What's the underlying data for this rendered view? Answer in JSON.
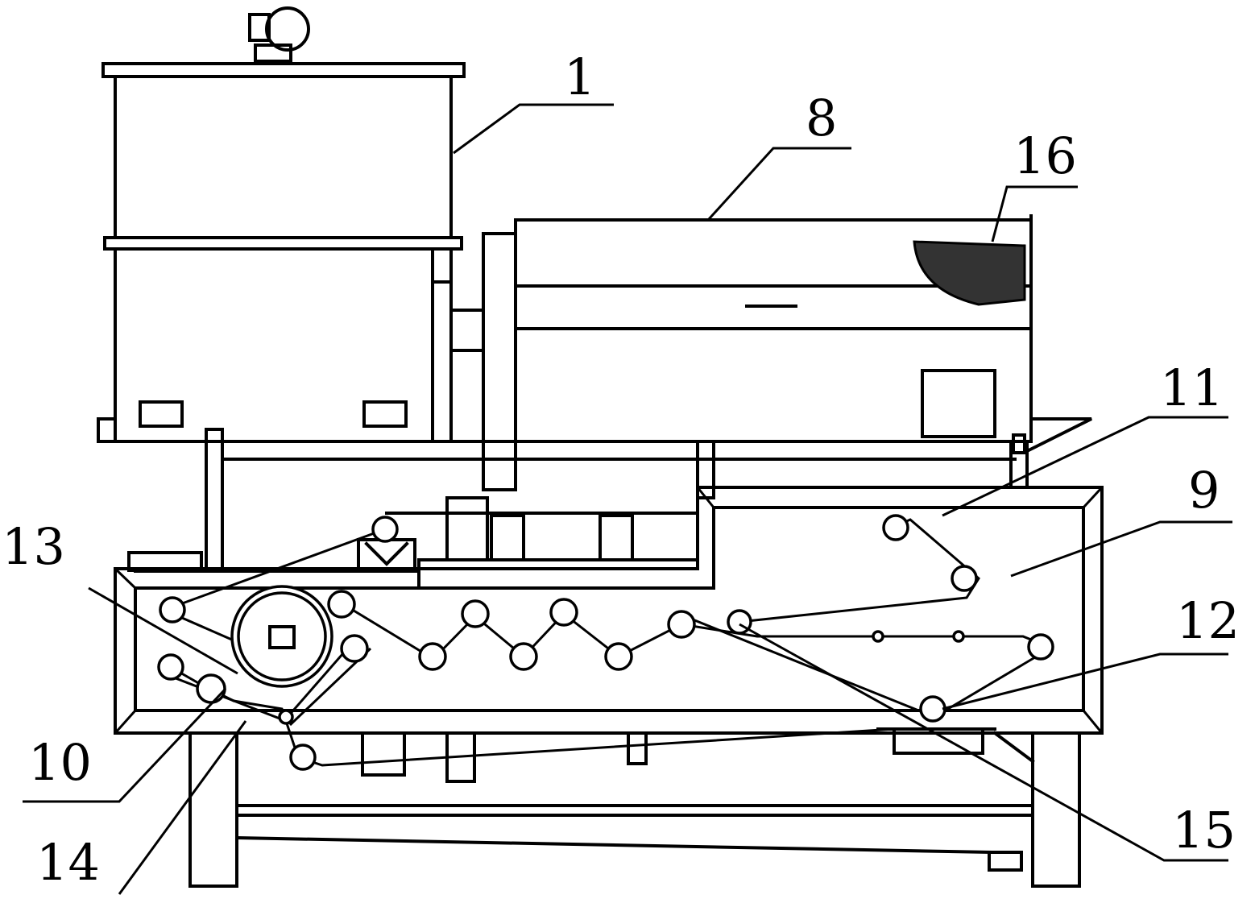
{
  "labels": [
    {
      "key": "l1",
      "text": "1"
    },
    {
      "key": "l8",
      "text": "8"
    },
    {
      "key": "l16",
      "text": "16"
    },
    {
      "key": "l11",
      "text": "11"
    },
    {
      "key": "l9",
      "text": "9"
    },
    {
      "key": "l13",
      "text": "13"
    },
    {
      "key": "l12",
      "text": "12"
    },
    {
      "key": "l10",
      "text": "10"
    },
    {
      "key": "l15",
      "text": "15"
    },
    {
      "key": "l14",
      "text": "14"
    }
  ],
  "label_text": {
    "l1": "1",
    "l8": "8",
    "l16": "16",
    "l11": "11",
    "l9": "9",
    "l13": "13",
    "l12": "12",
    "l10": "10",
    "l15": "15",
    "l14": "14"
  }
}
